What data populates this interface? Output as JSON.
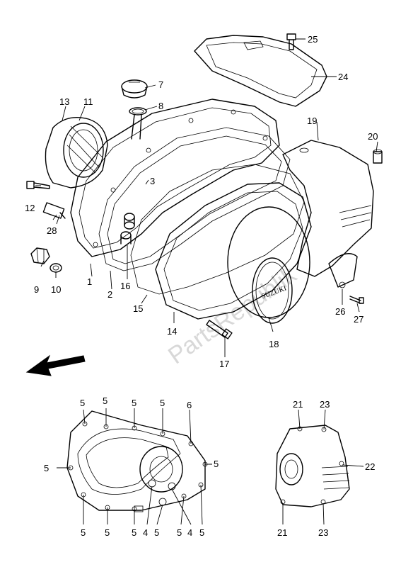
{
  "watermark": "PartsRepublik",
  "brand_badge": "SUZUKI",
  "callouts": {
    "c1": "1",
    "c2": "2",
    "c3": "3",
    "c4a": "4",
    "c4b": "4",
    "c5": "5",
    "c6": "6",
    "c7": "7",
    "c8": "8",
    "c9": "9",
    "c10": "10",
    "c11": "11",
    "c12": "12",
    "c13": "13",
    "c14": "14",
    "c15": "15",
    "c16": "16",
    "c17": "17",
    "c18": "18",
    "c19": "19",
    "c20": "20",
    "c21": "21",
    "c22": "22",
    "c23": "23",
    "c24": "24",
    "c25": "25",
    "c26": "26",
    "c27": "27",
    "c28": "28"
  }
}
